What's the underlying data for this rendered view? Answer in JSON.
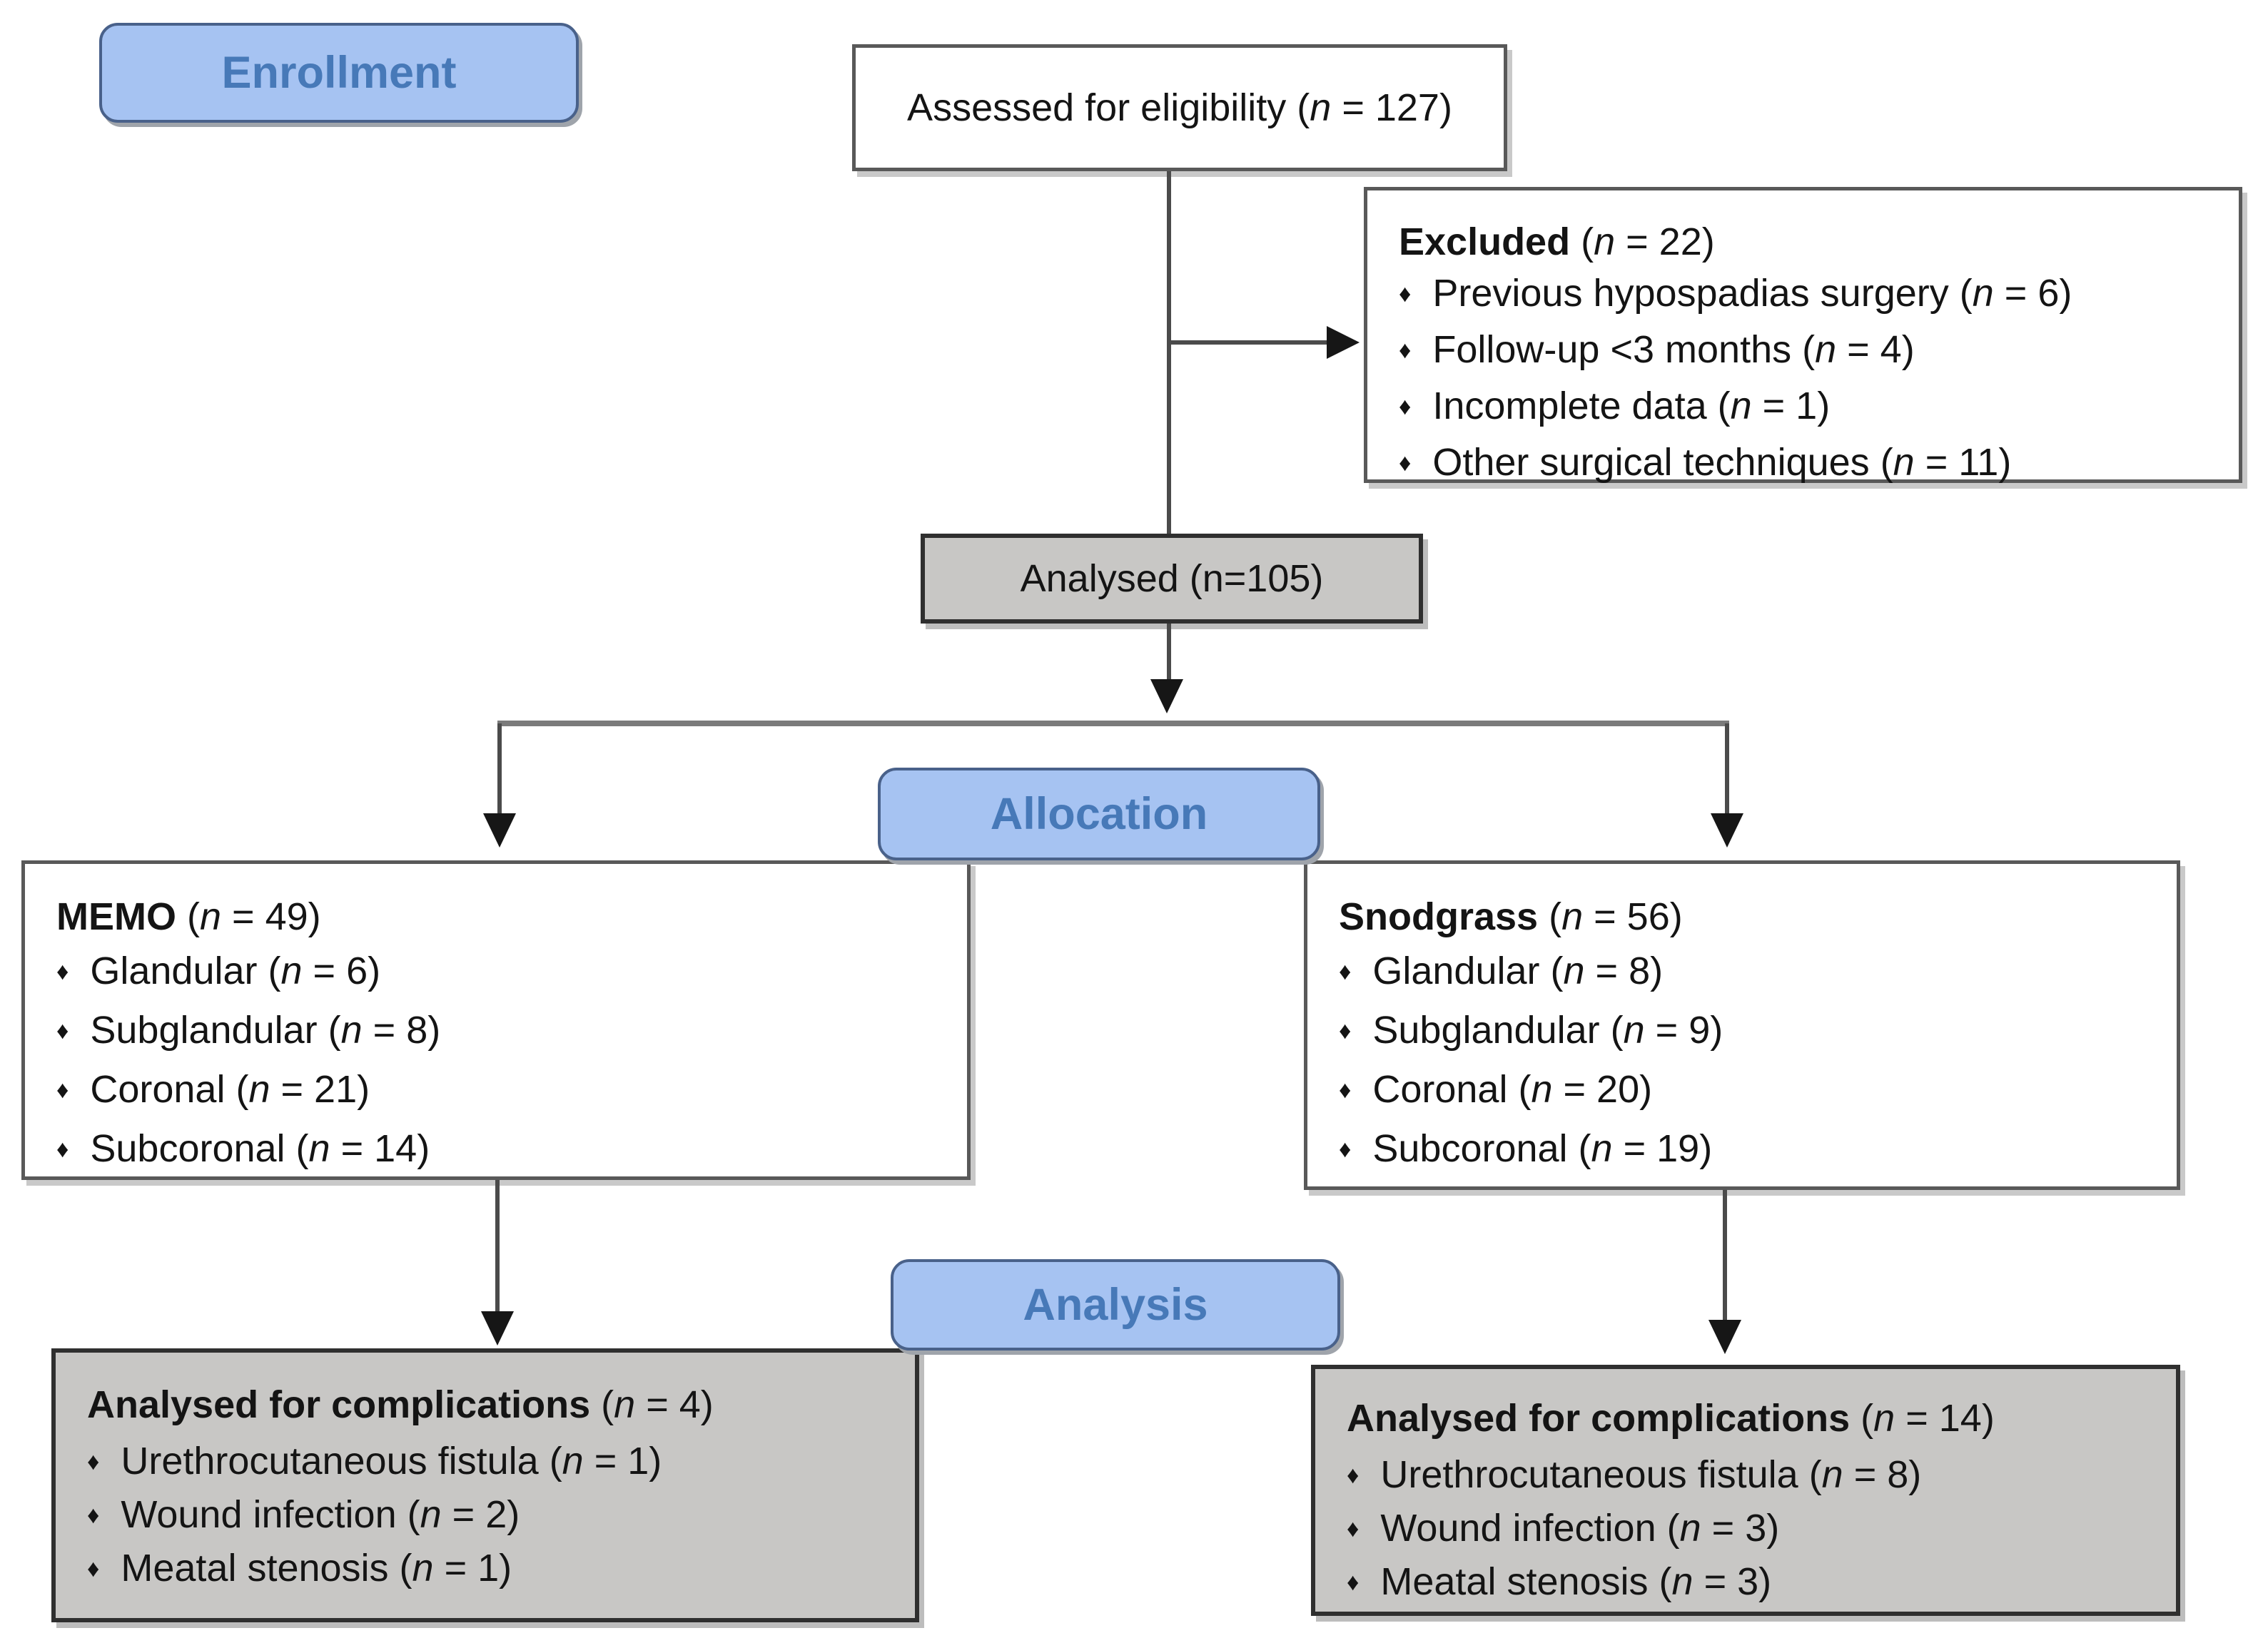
{
  "diagram": {
    "bullet": "♦",
    "stage_labels": {
      "enrollment": "Enrollment",
      "allocation": "Allocation",
      "analysis": "Analysis"
    },
    "boxes": {
      "assessed": {
        "text": "Assessed for eligibility (n = 127)"
      },
      "excluded": {
        "title": "Excluded (n = 22)",
        "items": [
          "Previous hypospadias surgery (n = 6)",
          "Follow-up <3 months (n = 4)",
          "Incomplete data (n = 1)",
          "Other surgical techniques (n = 11)"
        ]
      },
      "analysed": {
        "text": "Analysed (n=105)"
      },
      "memo": {
        "title": "MEMO (n = 49)",
        "items": [
          "Glandular (n = 6)",
          "Subglandular (n = 8)",
          "Coronal (n = 21)",
          "Subcoronal (n = 14)"
        ]
      },
      "snodgrass": {
        "title": "Snodgrass (n = 56)",
        "items": [
          "Glandular (n = 8)",
          "Subglandular (n = 9)",
          "Coronal (n = 20)",
          "Subcoronal (n = 19)"
        ]
      },
      "memo_complications": {
        "title": "Analysed for complications (n = 4)",
        "items": [
          "Urethrocutaneous fistula (n = 1)",
          "Wound infection (n = 2)",
          "Meatal stenosis (n = 1)"
        ]
      },
      "snodgrass_complications": {
        "title": "Analysed for complications (n = 14)",
        "items": [
          "Urethrocutaneous fistula (n = 8)",
          "Wound infection (n = 3)",
          "Meatal stenosis (n = 3)"
        ]
      }
    },
    "colors": {
      "stage_label_fill": "#a6c3f2",
      "stage_label_border": "#49618a",
      "stage_label_text": "#4779b8",
      "grey_box_fill": "#c8c7c5",
      "white_box_border": "#595959",
      "grey_box_border": "#2f2f2f",
      "connector_line": "#4b4b4b",
      "arrowhead": "#161616",
      "text": "#141414"
    }
  }
}
